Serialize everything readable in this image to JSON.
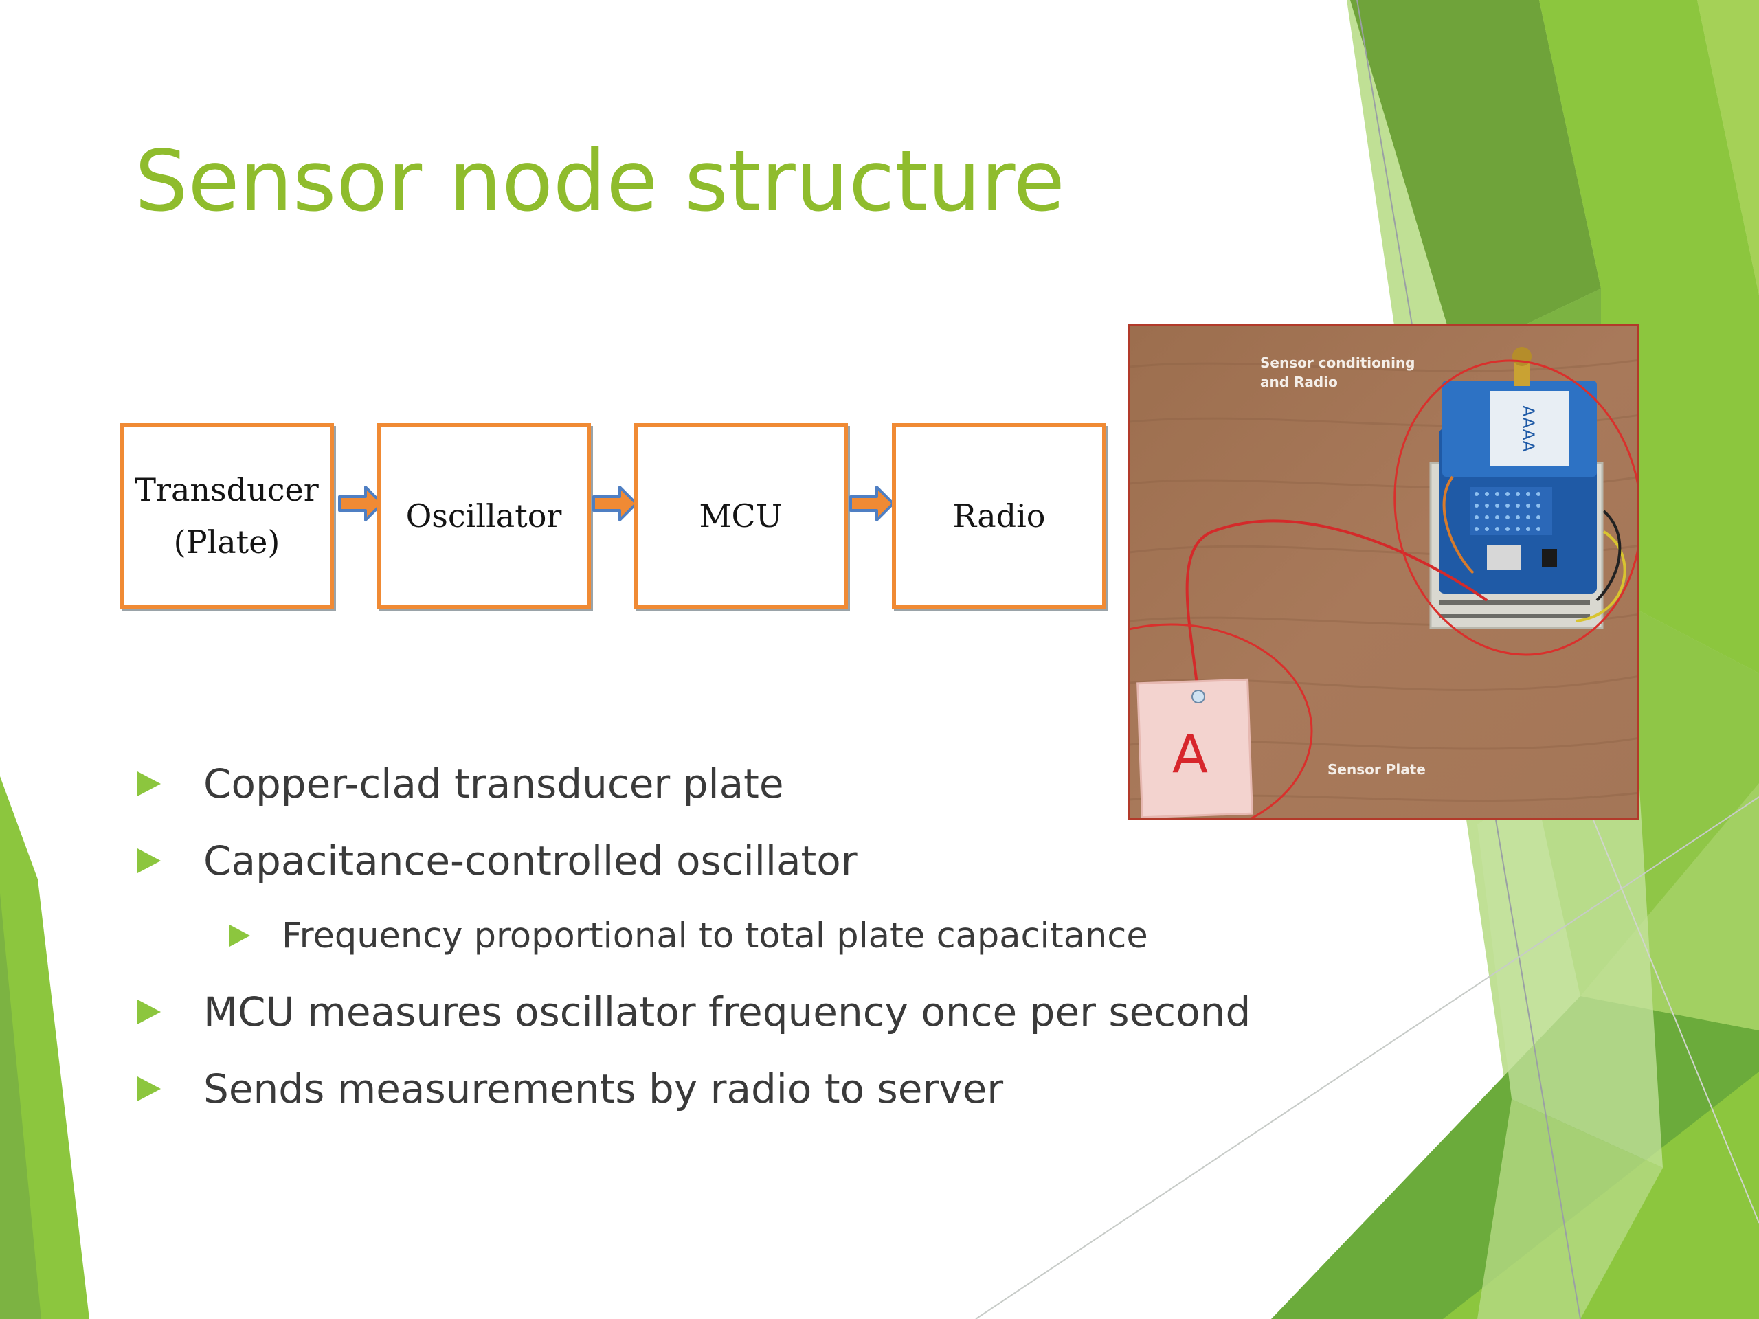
{
  "slide": {
    "title": "Sensor node structure",
    "theme_colors": {
      "title": "#8fbc2d",
      "bullet": "#8cc63e",
      "block_border": "#f08a34",
      "arrow": "#f08a34",
      "arrow_outline": "#4f7fc3",
      "text": "#3a3a3a"
    }
  },
  "diagram": {
    "blocks": [
      {
        "label": "Transducer\n(Plate)"
      },
      {
        "label": "Oscillator"
      },
      {
        "label": "MCU"
      },
      {
        "label": "Radio"
      }
    ],
    "arrow_icon": "right-arrow-icon"
  },
  "photo": {
    "label_conditioning": "Sensor conditioning\nand Radio",
    "label_plate": "Sensor Plate",
    "plate_letter": "A",
    "module_text": "AAAA"
  },
  "bullets": [
    {
      "text": "Copper-clad transducer plate",
      "level": 1
    },
    {
      "text": "Capacitance-controlled oscillator",
      "level": 1
    },
    {
      "text": "Frequency proportional to total plate capacitance",
      "level": 2
    },
    {
      "text": "MCU measures oscillator frequency once per second",
      "level": 1
    },
    {
      "text": "Sends measurements by radio to server",
      "level": 1
    }
  ]
}
